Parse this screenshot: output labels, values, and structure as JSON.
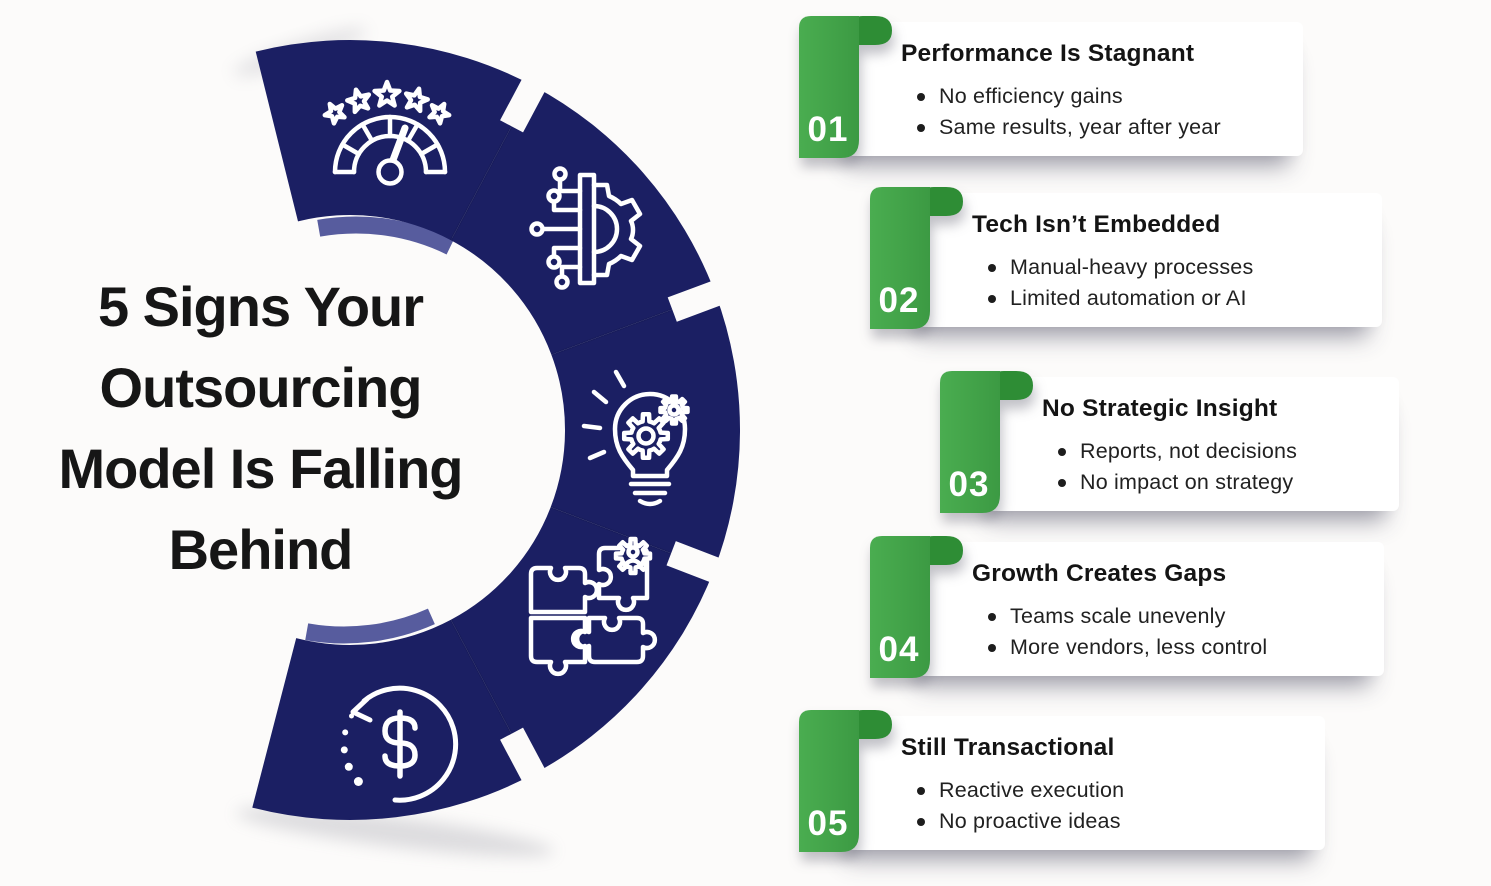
{
  "title": {
    "lines": [
      "5 Signs Your",
      "Outsourcing",
      "Model Is Falling",
      "Behind"
    ]
  },
  "colors": {
    "navy": "#1b1f63",
    "periwinkle_shadow": "#575c9e",
    "ribbon_green": "#43a44a",
    "ribbon_green_dark": "#2e8d35",
    "text_dark": "#161616",
    "bullet_text": "#212121",
    "icon_stroke": "#ffffff"
  },
  "arc": {
    "segment_icons": [
      "speedometer-rating",
      "circuit-gear",
      "lightbulb-gears",
      "puzzle-pieces",
      "dollar-cycle"
    ]
  },
  "items": [
    {
      "number": "01",
      "title": "Performance Is Stagnant",
      "bullets": [
        "No efficiency gains",
        "Same results, year after year"
      ]
    },
    {
      "number": "02",
      "title": "Tech Isn’t Embedded",
      "bullets": [
        "Manual-heavy processes",
        "Limited automation or AI"
      ]
    },
    {
      "number": "03",
      "title": "No Strategic Insight",
      "bullets": [
        "Reports, not decisions",
        "No impact on strategy"
      ]
    },
    {
      "number": "04",
      "title": "Growth Creates Gaps",
      "bullets": [
        "Teams scale unevenly",
        "More vendors, less control"
      ]
    },
    {
      "number": "05",
      "title": "Still Transactional",
      "bullets": [
        "Reactive execution",
        "No proactive ideas"
      ]
    }
  ]
}
